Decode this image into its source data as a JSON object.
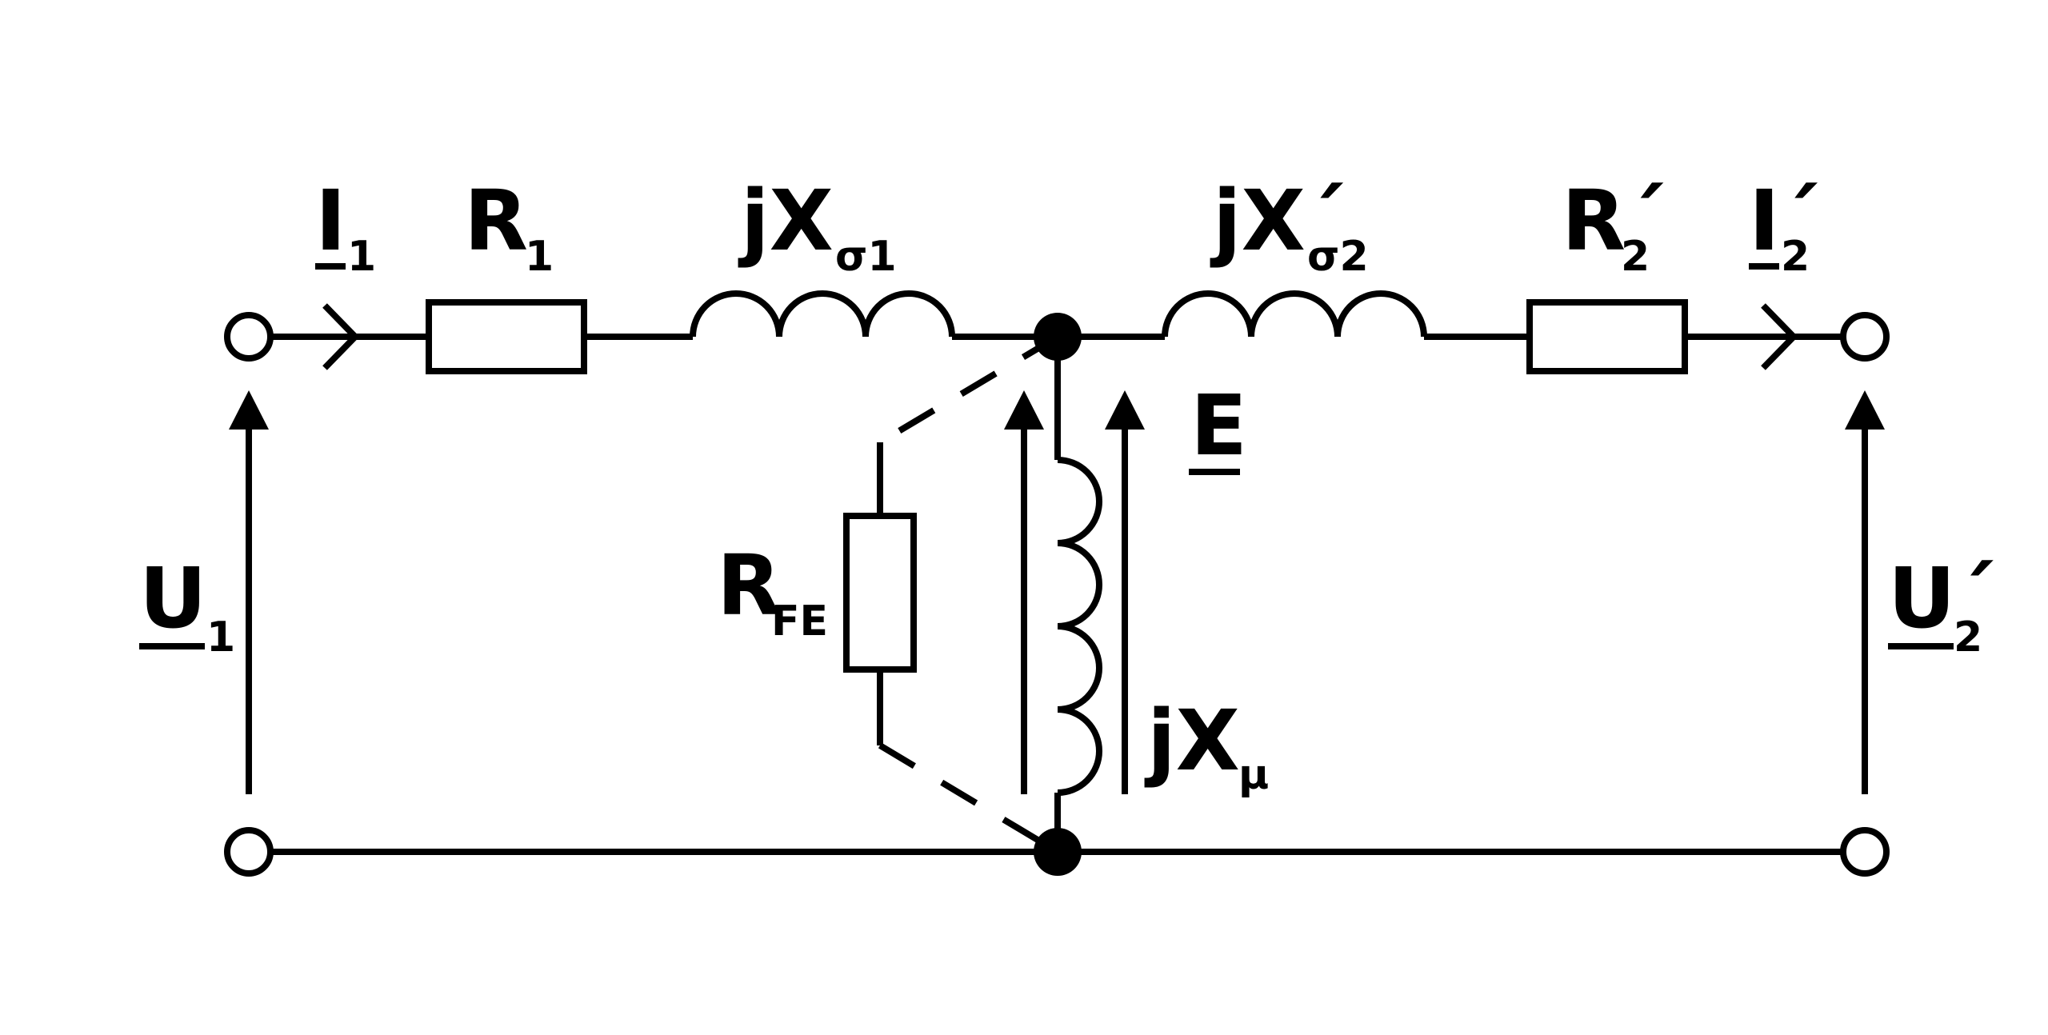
{
  "labels": {
    "i1": {
      "main": "I",
      "sub": "1"
    },
    "r1": {
      "main": "R",
      "sub": "1"
    },
    "jx1": {
      "main": "jX",
      "sub": "σ1"
    },
    "jx2": {
      "main": "jX´",
      "sub": "σ2"
    },
    "r2": {
      "main": "R´",
      "sub": "2"
    },
    "i2": {
      "main": "I´",
      "sub": "2"
    },
    "u1": {
      "main": "U",
      "sub": "1"
    },
    "u2": {
      "main": "U´",
      "sub": "2"
    },
    "rfe": {
      "main": "R",
      "sub": "FE"
    },
    "e": {
      "main": "E"
    },
    "jxmu": {
      "main": "jX",
      "sub": "μ"
    }
  }
}
